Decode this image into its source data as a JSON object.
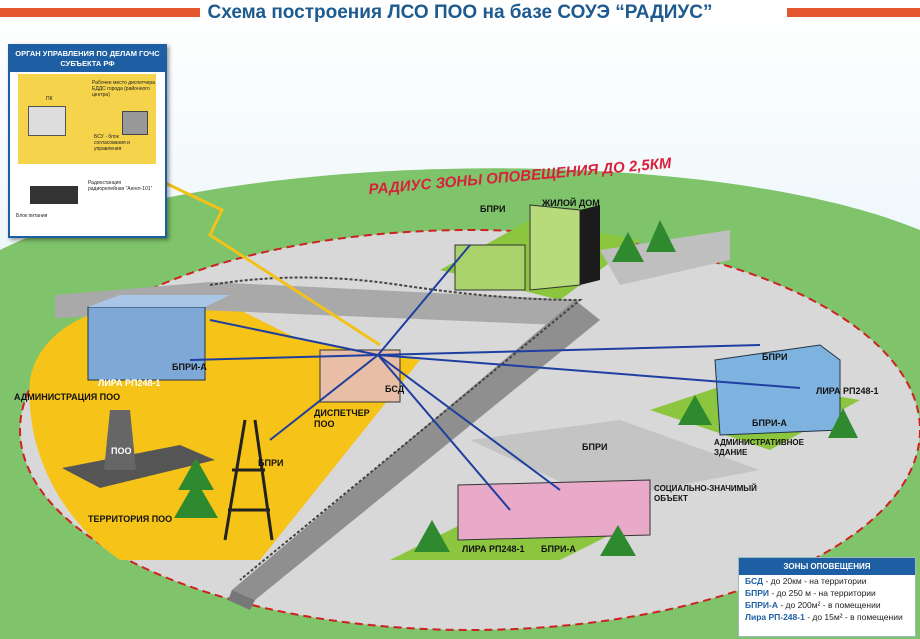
{
  "title": "Схема построения ЛСО ПОО на базе СОУЭ “РАДИУС”",
  "radius_label": "РАДИУС ЗОНЫ ОПОВЕЩЕНИЯ ДО 2,5КМ",
  "inset": {
    "title": "ОРГАН УПРАВЛЕНИЯ ПО ДЕЛАМ ГОЧС СУБЪЕКТА РФ",
    "workstation": "Рабочее место диспетчера ЕДДС города (районного центра)",
    "pc": "ПК",
    "bsu": "БСУ - блок согласования и управления",
    "radio": "Радиостанция радиорелейная “Ангел-101”",
    "power": "Блок питания"
  },
  "labels": {
    "residential": "ЖИЛОЙ ДОМ",
    "bpri_top": "БПРИ",
    "bpri_right": "БПРИ",
    "bpri_a_right": "БПРИ-А",
    "lira_right": "ЛИРА РП248-1",
    "admin_building": "АДМИНИСТРАТИВНОЕ ЗДАНИЕ",
    "bpri_a_left": "БПРИ-А",
    "lira_left": "ЛИРА РП248-1",
    "admin_poo": "АДМИНИСТРАЦИЯ ПОО",
    "bsd": "БСД",
    "dispatcher": "ДИСПЕТЧЕР ПОО",
    "poo": "ПОО",
    "bpri_tower": "БПРИ",
    "territory": "ТЕРРИТОРИЯ ПОО",
    "bpri_social": "БПРИ",
    "social": "СОЦИАЛЬНО-ЗНАЧИМЫЙ ОБЪЕКТ",
    "lira_social": "ЛИРА РП248-1",
    "bpri_a_social": "БПРИ-А"
  },
  "legend": {
    "title": "ЗОНЫ ОПОВЕЩЕНИЯ",
    "items": [
      {
        "key": "БСД",
        "text": " - до 20км - на территории"
      },
      {
        "key": "БПРИ",
        "text": " - до 250 м - на территории"
      },
      {
        "key": "БПРИ-А",
        "text": " - до 200м² - в помещении"
      },
      {
        "key": "Лира РП-248-1",
        "text": " - до 15м² - в помещении"
      }
    ]
  },
  "colors": {
    "title": "#1d5a8f",
    "radius": "#d8203c",
    "link_blue": "#1f3fa0",
    "link_yellow": "#f2c21b",
    "zone_fill": "#f6c318",
    "ground": "#d9d9d9"
  }
}
